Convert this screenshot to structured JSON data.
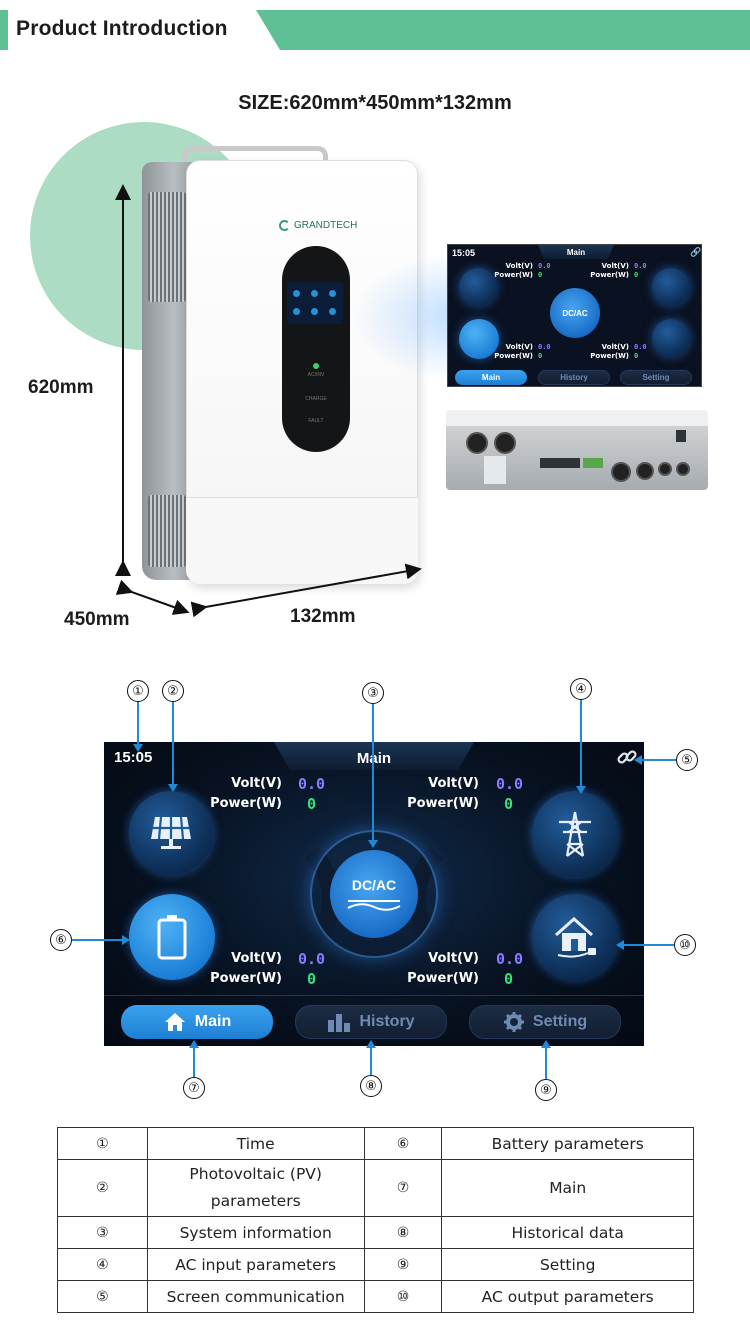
{
  "header": {
    "title": "Product Introduction",
    "accent_color": "#5fbf95"
  },
  "product": {
    "size_title": "SIZE:620mm*450mm*132mm",
    "dimensions": {
      "height": "620mm",
      "depth": "450mm",
      "width": "132mm"
    },
    "brand_logo": "GRANDTECH",
    "panel_labels": [
      "AC/INV",
      "CHARGE",
      "FAULT"
    ]
  },
  "screen": {
    "time": "15:05",
    "title": "Main",
    "link_icon": "link-icon",
    "center_label": "DC/AC",
    "pv": {
      "volt_label": "Volt(V)",
      "volt": "0.0",
      "power_label": "Power(W)",
      "power": "0"
    },
    "grid": {
      "volt_label": "Volt(V)",
      "volt": "0.0",
      "power_label": "Power(W)",
      "power": "0"
    },
    "battery": {
      "volt_label": "Volt(V)",
      "volt": "0.0",
      "power_label": "Power(W)",
      "power": "0"
    },
    "load": {
      "volt_label": "Volt(V)",
      "volt": "0.0",
      "power_label": "Power(W)",
      "power": "0"
    },
    "tabs": [
      {
        "label": "Main",
        "icon": "home-icon",
        "active": true
      },
      {
        "label": "History",
        "icon": "bar-chart-icon",
        "active": false
      },
      {
        "label": "Setting",
        "icon": "gear-icon",
        "active": false
      }
    ],
    "colors": {
      "active_tab": "#2a90e2",
      "volt_value": "#8a7cff",
      "power_value": "#39e07a"
    }
  },
  "callouts": [
    "①",
    "②",
    "③",
    "④",
    "⑤",
    "⑥",
    "⑦",
    "⑧",
    "⑨",
    "⑩"
  ],
  "legend": [
    {
      "n1": "①",
      "d1": "Time",
      "n2": "⑥",
      "d2": "Battery parameters"
    },
    {
      "n1": "②",
      "d1": "Photovoltaic (PV) parameters",
      "n2": "⑦",
      "d2": "Main"
    },
    {
      "n1": "③",
      "d1": "System information",
      "n2": "⑧",
      "d2": "Historical data"
    },
    {
      "n1": "④",
      "d1": "AC input parameters",
      "n2": "⑨",
      "d2": "Setting"
    },
    {
      "n1": "⑤",
      "d1": "Screen communication",
      "n2": "⑩",
      "d2": "AC output parameters"
    }
  ]
}
